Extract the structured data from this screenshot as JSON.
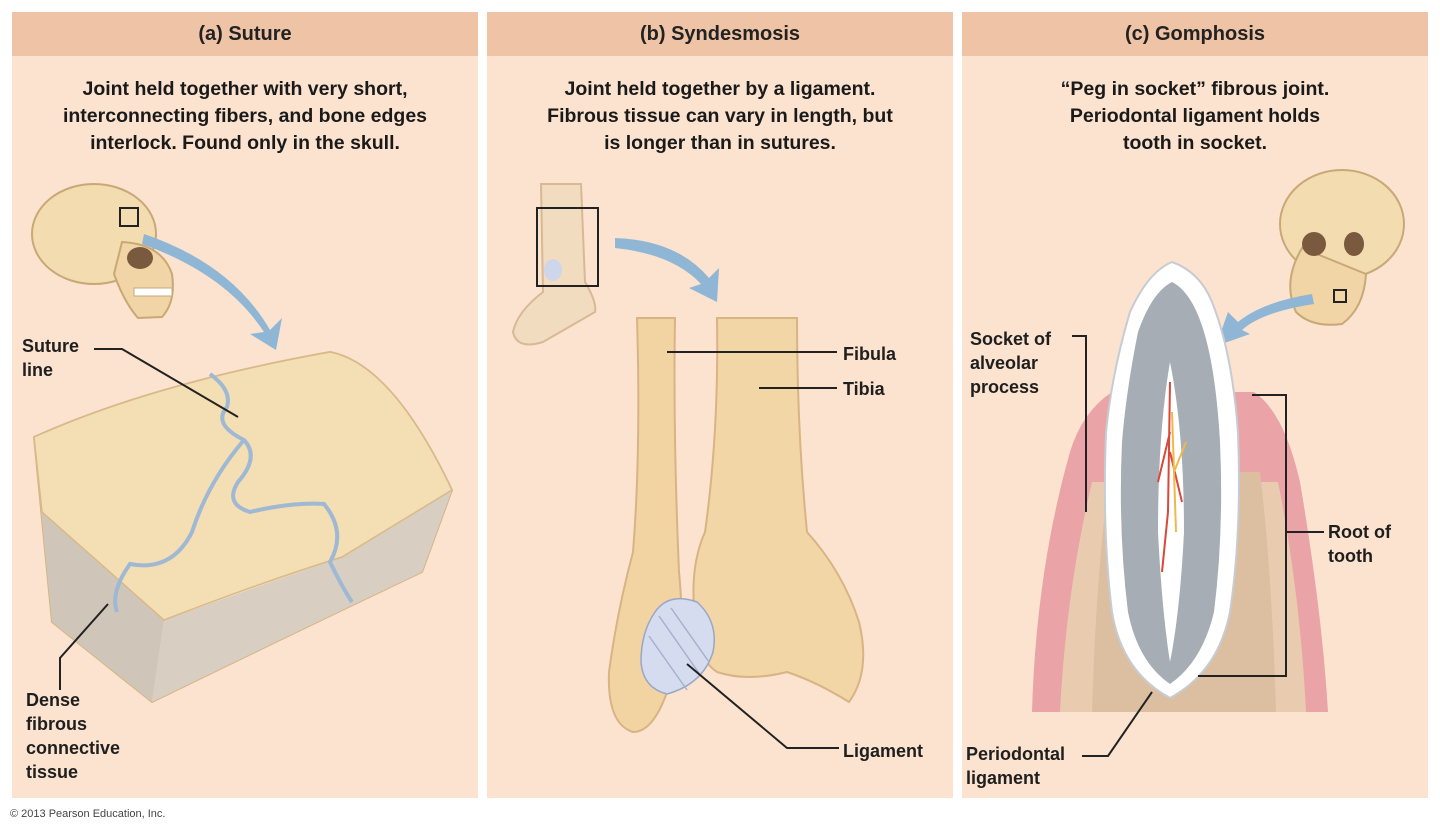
{
  "panels": [
    {
      "title": "(a) Suture",
      "description": "Joint held together with very short,\ninterconnecting fibers, and bone edges\ninterlock. Found only in the skull.",
      "labels": {
        "suture_line": "Suture\nline",
        "dense_tissue": "Dense\nfibrous\nconnective\ntissue"
      },
      "icons": [
        "skull-icon",
        "curved-arrow-icon",
        "skull-bone-section-icon"
      ]
    },
    {
      "title": "(b) Syndesmosis",
      "description": "Joint held together by a ligament.\nFibrous tissue can vary in length, but\nis longer than in sutures.",
      "labels": {
        "fibula": "Fibula",
        "tibia": "Tibia",
        "ligament": "Ligament"
      },
      "icons": [
        "lower-leg-icon",
        "curved-arrow-icon",
        "tibia-fibula-icon"
      ]
    },
    {
      "title": "(c) Gomphosis",
      "description": "“Peg in socket” fibrous joint.\nPeriodontal ligament holds\ntooth in socket.",
      "labels": {
        "socket": "Socket of\nalveolar\nprocess",
        "root": "Root of\ntooth",
        "periodontal": "Periodontal\nligament"
      },
      "icons": [
        "skull-icon",
        "curved-arrow-icon",
        "tooth-section-icon"
      ]
    }
  ],
  "copyright": "© 2013 Pearson Education, Inc.",
  "colors": {
    "panel_bg": "#fbe3cf",
    "header_bg": "#eec3a6",
    "bone": "#f1d5a6",
    "arrow": "#8fb6d4",
    "ligament": "#c9d2e8",
    "gum": "#eaa3a6",
    "enamel": "#ffffff",
    "dentin": "#a7adb5"
  }
}
